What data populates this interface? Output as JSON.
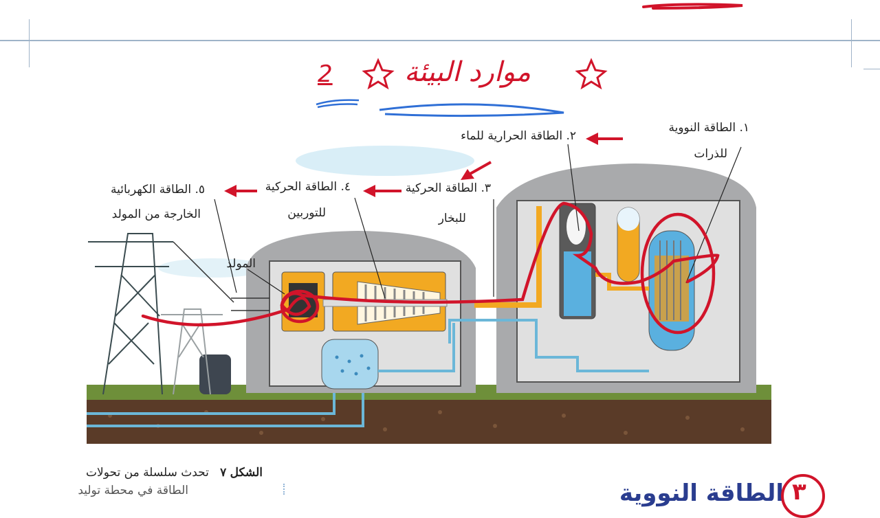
{
  "heading": {
    "handwritten_title": "موارد البيئة",
    "handwritten_number": "2"
  },
  "diagram_labels": {
    "l1_line1": "١. الطاقة النووية",
    "l1_line2": "للذرات",
    "l2": "٢. الطاقة الحرارية للماء",
    "l3_line1": "٣. الطاقة الحركية",
    "l3_line2": "للبخار",
    "l4_line1": "٤. الطاقة الحركية",
    "l4_line2": "للتوربين",
    "l5_line1": "٥. الطاقة الكهربائية",
    "l5_line2": "الخارجة من المولد",
    "generator": "المولد"
  },
  "caption": {
    "figure_label": "الشكل",
    "figure_number": "٧",
    "line1": "تحدث سلسلة من تحولات",
    "line2": "الطاقة في محطة توليد"
  },
  "section": {
    "number": "٣",
    "title": "الطاقة النووية"
  },
  "colors": {
    "annotation_red": "#d1142a",
    "annotation_blue": "#2f6fd6",
    "dome_gray": "#a9aaac",
    "ground_brown": "#5a3b28",
    "grass_green": "#6e8f3a",
    "pipe_blue": "#6bb7d8"
  }
}
